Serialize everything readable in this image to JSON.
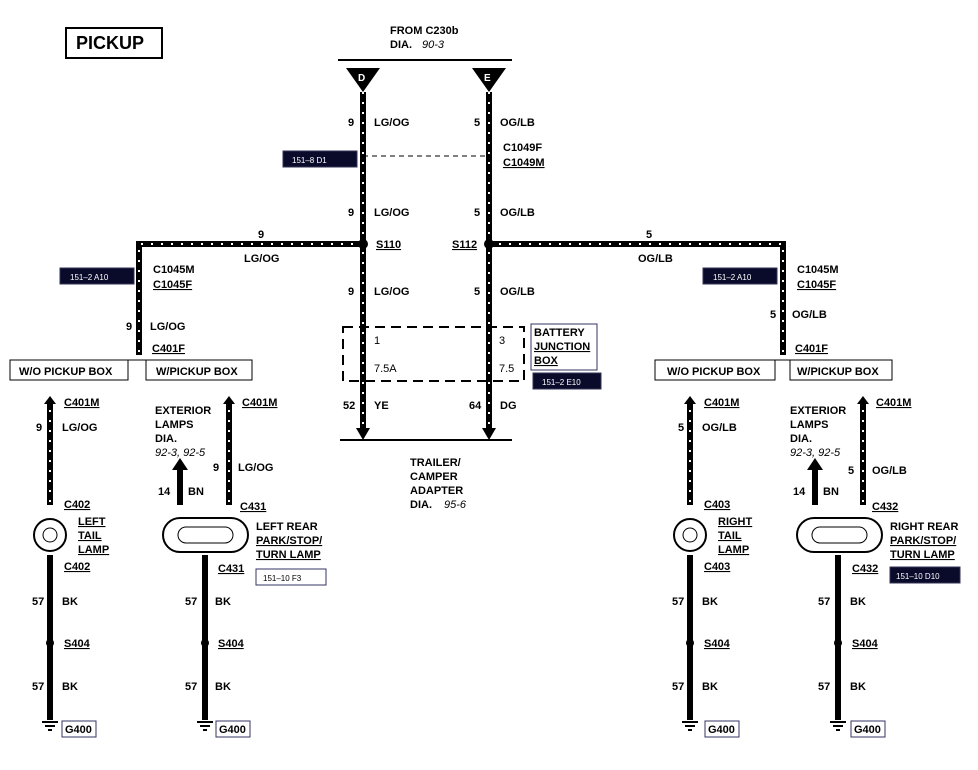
{
  "title": "PICKUP",
  "source": {
    "line1": "FROM C230b",
    "dia_label": "DIA.",
    "dia_ref": "90-3"
  },
  "wires": {
    "top_left": {
      "num": "9",
      "color": "LG/OG"
    },
    "top_right": {
      "num": "5",
      "color": "OG/LB"
    },
    "left_branch": {
      "num": "9",
      "color": "LG/OG"
    },
    "right_branch": {
      "num": "5",
      "color": "OG/LB"
    },
    "ye": {
      "num": "52",
      "color": "YE"
    },
    "dg": {
      "num": "64",
      "color": "DG"
    },
    "bn": {
      "num": "14",
      "color": "BN"
    },
    "bk": {
      "num": "57",
      "color": "BK"
    }
  },
  "terminals": {
    "d": "D",
    "e": "E"
  },
  "connectors": {
    "c1049f": "C1049F",
    "c1049m": "C1049M",
    "c1045m": "C1045M",
    "c1045f": "C1045F",
    "c401f": "C401F",
    "c401m": "C401M",
    "c402": "C402",
    "c403": "C403",
    "c431": "C431",
    "c432": "C432"
  },
  "splices": {
    "s110": "S110",
    "s112": "S112",
    "s404": "S404"
  },
  "grounds": {
    "g400": "G400"
  },
  "refs": {
    "r151_8_d1": "151–8 D1",
    "r151_2_a10": "151–2 A10",
    "r151_2_e10": "151–2 E10",
    "r151_10_f3": "151–10 F3",
    "r151_10_d10": "151–10 D10"
  },
  "bjb": {
    "line1": "BATTERY",
    "line2": "JUNCTION",
    "line3": "BOX",
    "fuse1_pin": "1",
    "fuse1_rating": "7.5A",
    "fuse3_pin": "3",
    "fuse3_rating": "7.5"
  },
  "options": {
    "wo_pickup_box": "W/O PICKUP BOX",
    "w_pickup_box": "W/PICKUP BOX"
  },
  "exterior": {
    "line1": "EXTERIOR",
    "line2": "LAMPS",
    "line3": "DIA.",
    "refs": "92-3, 92-5"
  },
  "trailer": {
    "line1": "TRAILER/",
    "line2": "CAMPER",
    "line3": "ADAPTER",
    "dia_label": "DIA.",
    "dia_ref": "95-6"
  },
  "lamps": {
    "left_tail": [
      "LEFT",
      "TAIL",
      "LAMP"
    ],
    "right_tail": [
      "RIGHT",
      "TAIL",
      "LAMP"
    ],
    "left_rear": [
      "LEFT REAR",
      "PARK/STOP/",
      "TURN LAMP"
    ],
    "right_rear": [
      "RIGHT REAR",
      "PARK/STOP/",
      "TURN LAMP"
    ]
  }
}
